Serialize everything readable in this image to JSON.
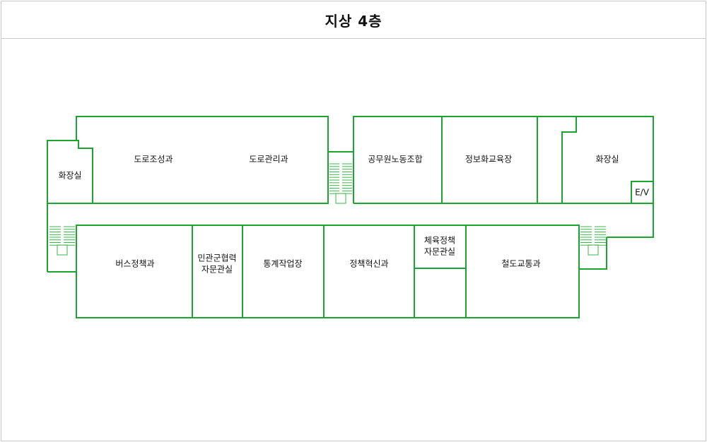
{
  "header": {
    "title": "지상 4층"
  },
  "colors": {
    "wall": "#1aa530",
    "stair": "#3cb54a"
  },
  "rooms": {
    "toilet_left": "화장실",
    "road_construction": "도로조성과",
    "road_management": "도로관리과",
    "labor_union": "공무원노동조합",
    "it_training": "정보화교육장",
    "toilet_right": "화장실",
    "elevator": "E/V",
    "bus_policy": "버스정책과",
    "civil_military_1": "민관군협력",
    "civil_military_2": "자문관실",
    "statistics": "통계작업장",
    "policy_innovation": "정책혁신과",
    "sports_policy_1": "체육정책",
    "sports_policy_2": "자문관실",
    "railway_transport": "철도교통과"
  }
}
